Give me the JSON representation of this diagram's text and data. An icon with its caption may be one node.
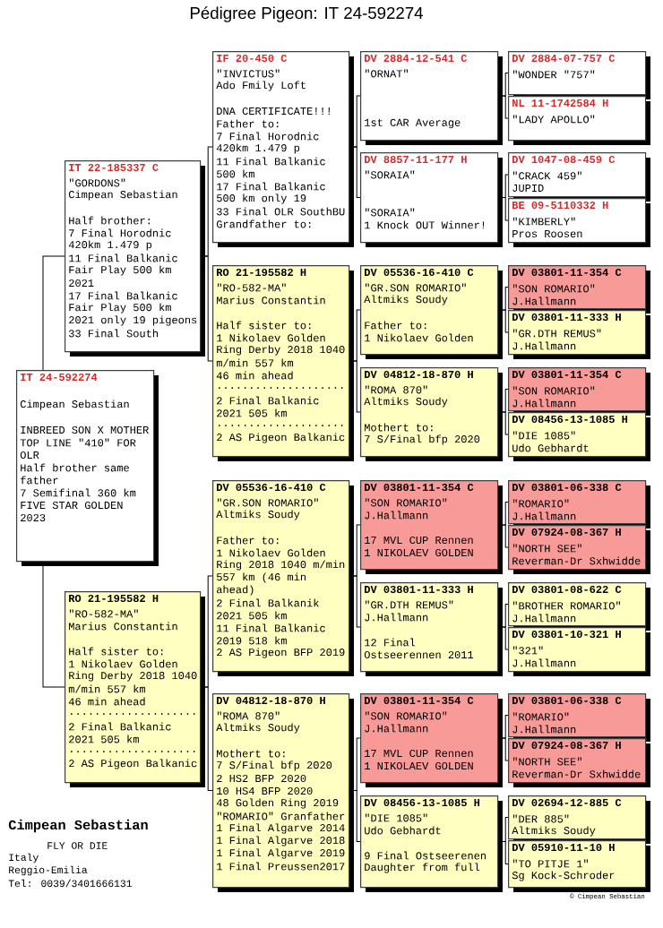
{
  "diagram": {
    "title": "Pédigree Pigeon: IT  24-592274",
    "nodes": [
      {
        "text": [
          "IT  24-592274",
          "Cimpean Sebastian",
          "INBREED SON X MOTHER",
          "TOP LINE \"410\" FOR",
          "OLR",
          "Half brother same",
          "father",
          "7 Semifinal 360 km",
          "FIVE STAR GOLDEN",
          "2023"
        ]
      },
      {
        "text": [
          "IT  22-185337 C",
          "\"GORDONS\"",
          "Cimpean Sebastian",
          "Half brother:",
          "7 Final Horodnic",
          "420km 1.479 p",
          "11 Final Balkanic",
          "Fair Play 500 km",
          "2021",
          "17 Final Balkanic",
          "Fair Play 500 km",
          "2021 only 19 pigeons",
          "33 Final South"
        ]
      },
      {
        "text": [
          "RO  21-195582 H",
          "\"RO-582-MA\"",
          "Marius Constantin",
          "Half sister to:",
          "1 Nikolaev Golden",
          "Ring Derby 2018 1040",
          "m/min 557 km",
          "46 min ahead",
          "....................",
          "2 Final Balkanic",
          "2021 505 km",
          "....................",
          "2 AS Pigeon Balkanic"
        ]
      },
      {
        "text": [
          "IF  20-450 C",
          "\"INVICTUS\"",
          "Ado Fmily Loft",
          "DNA CERTIFICATE!!!",
          "Father to:",
          "7 Final Horodnic",
          "420km 1.479 p",
          "11 Final Balkanic",
          "500 km",
          "17 Final Balkanic",
          "500 km only 19",
          "33 Final OLR SouthBU",
          "Grandfather to:"
        ]
      },
      {
        "text": [
          "RO  21-195582 H",
          "\"RO-582-MA\"",
          "Marius Constantin",
          "Half sister to:",
          "1 Nikolaev Golden",
          "Ring Derby 2018 1040",
          "m/min 557 km",
          "46 min ahead",
          "....................",
          "2 Final Balkanic",
          "2021 505 km",
          "....................",
          "2 AS Pigeon Balkanic"
        ]
      },
      {
        "text": [
          "DV  05536-16-410 C",
          "\"GR.SON ROMARIO\"",
          "Altmiks Soudy",
          "Father to:",
          "1 Nikolaev Golden",
          "Ring 2018 1040 m/min",
          "557 km (46 min",
          "ahead)",
          "2 Final Balkanik",
          "2021 505 km",
          "11 Final Balkanic",
          "2019 518 km",
          "2 AS Pigeon BFP 2019"
        ]
      },
      {
        "text": [
          "DV  04812-18-870 H",
          "\"ROMA 870\"",
          "Altmiks Soudy",
          "Mothert to:",
          "7 S/Final bfp 2020",
          "2  HS2 BFP 2020",
          "10 HS4 BFP 2020",
          "48 Golden Ring 2019",
          "\"ROMARIO\" Granfather",
          "1 Final Algarve 2014",
          "1 Final Algarve 2018",
          "1 Final Algarve 2019",
          "1 Final Preussen2017"
        ]
      },
      {
        "text": [
          "DV  2884-12-541 C",
          "\"ORNAT\"",
          "1st CAR Average"
        ]
      },
      {
        "text": [
          "DV  8857-11-177 H",
          "\"SORAIA\"",
          "\"SORAIA\"",
          "1 Knock OUT Winner!"
        ]
      },
      {
        "text": [
          "DV  05536-16-410 C",
          "\"GR.SON ROMARIO\"",
          "Altmiks Soudy",
          "Father to:",
          "1 Nikolaev Golden"
        ]
      },
      {
        "text": [
          "DV  04812-18-870 H",
          "\"ROMA 870\"",
          "Altmiks Soudy",
          "Mothert to:",
          "7 S/Final bfp 2020"
        ]
      },
      {
        "text": [
          "DV  03801-11-354 C",
          "\"SON ROMARIO\"",
          "J.Hallmann",
          "17 MVL CUP Rennen",
          "1 NIKOLAEV GOLDEN"
        ]
      },
      {
        "text": [
          "DV  03801-11-333 H",
          "\"GR.DTH REMUS\"",
          "J.Hallmann",
          "12 Final",
          "Ostseerennen 2011"
        ]
      },
      {
        "text": [
          "DV  03801-11-354 C",
          "\"SON ROMARIO\"",
          "J.Hallmann",
          "17 MVL CUP Rennen",
          "1 NIKOLAEV GOLDEN"
        ]
      },
      {
        "text": [
          "DV  08456-13-1085 H",
          "\"DIE 1085\"",
          "Udo Gebhardt",
          "9 Final Ostseerenen",
          "Daughter from full"
        ]
      },
      {
        "text": [
          "DV  2884-07-757 C",
          "\"WONDER \"757\""
        ]
      },
      {
        "text": [
          "NL  11-1742584 H",
          "\"LADY APOLLO\""
        ]
      },
      {
        "text": [
          "DV  1047-08-459 C",
          "\"CRACK 459\"",
          "JUPID"
        ]
      },
      {
        "text": [
          "BE  09-5110332 H",
          "\"KIMBERLY\"",
          "Pros Roosen"
        ]
      },
      {
        "text": [
          "DV  03801-11-354 C",
          "\"SON ROMARIO\"",
          "J.Hallmann"
        ]
      },
      {
        "text": [
          "DV  03801-11-333 H",
          "\"GR.DTH REMUS\"",
          "J.Hallmann"
        ]
      },
      {
        "text": [
          "DV  03801-11-354 C",
          "\"SON ROMARIO\"",
          "J.Hallmann"
        ]
      },
      {
        "text": [
          "DV  08456-13-1085 H",
          "\"DIE 1085\"",
          "Udo Gebhardt"
        ]
      },
      {
        "text": [
          "DV  03801-06-338 C",
          "\"ROMARIO\"",
          "J.Hallmann"
        ]
      },
      {
        "text": [
          "DV  07924-08-367 H",
          "\"NORTH SEE\"",
          "Reverman-Dr Sxhwidde"
        ]
      },
      {
        "text": [
          "DV  03801-08-622 C",
          "\"BROTHER ROMARIO\"",
          "J.Hallmann"
        ]
      },
      {
        "text": [
          "DV  03801-10-321 H",
          "\"321\"",
          "J.Hallmann"
        ]
      },
      {
        "text": [
          "DV  03801-06-338 C",
          "\"ROMARIO\"",
          "J.Hallmann"
        ]
      },
      {
        "text": [
          "DV  07924-08-367 H",
          "\"NORTH SEE\"",
          "Reverman-Dr Sxhwidde"
        ]
      },
      {
        "text": [
          "DV  02694-12-885 C",
          "\"DER 885\"",
          "Altmiks Soudy"
        ]
      },
      {
        "text": [
          "DV  05910-11-10 H",
          "\"TO PITJE 1\"",
          "Sg Kock-Schroder"
        ]
      }
    ],
    "edges": [
      {
        "from": 0,
        "to": 1,
        "arrow": "none"
      },
      {
        "from": 0,
        "to": 2,
        "arrow": "none"
      },
      {
        "from": 1,
        "to": 3,
        "arrow": "none"
      },
      {
        "from": 1,
        "to": 4,
        "arrow": "none"
      },
      {
        "from": 2,
        "to": 5,
        "arrow": "none"
      },
      {
        "from": 2,
        "to": 6,
        "arrow": "none"
      },
      {
        "from": 3,
        "to": 7,
        "arrow": "none"
      },
      {
        "from": 3,
        "to": 8,
        "arrow": "none"
      },
      {
        "from": 4,
        "to": 9,
        "arrow": "none"
      },
      {
        "from": 4,
        "to": 10,
        "arrow": "none"
      },
      {
        "from": 5,
        "to": 11,
        "arrow": "none"
      },
      {
        "from": 5,
        "to": 12,
        "arrow": "none"
      },
      {
        "from": 6,
        "to": 13,
        "arrow": "none"
      },
      {
        "from": 6,
        "to": 14,
        "arrow": "none"
      },
      {
        "from": 7,
        "to": 15,
        "arrow": "none"
      },
      {
        "from": 7,
        "to": 16,
        "arrow": "none"
      },
      {
        "from": 8,
        "to": 17,
        "arrow": "none"
      },
      {
        "from": 8,
        "to": 18,
        "arrow": "none"
      },
      {
        "from": 9,
        "to": 19,
        "arrow": "none"
      },
      {
        "from": 9,
        "to": 20,
        "arrow": "none"
      },
      {
        "from": 10,
        "to": 21,
        "arrow": "none"
      },
      {
        "from": 10,
        "to": 22,
        "arrow": "none"
      },
      {
        "from": 11,
        "to": 23,
        "arrow": "none"
      },
      {
        "from": 11,
        "to": 24,
        "arrow": "none"
      },
      {
        "from": 12,
        "to": 25,
        "arrow": "none"
      },
      {
        "from": 12,
        "to": 26,
        "arrow": "none"
      },
      {
        "from": 13,
        "to": 27,
        "arrow": "none"
      },
      {
        "from": 13,
        "to": 28,
        "arrow": "none"
      },
      {
        "from": 14,
        "to": 29,
        "arrow": "none"
      },
      {
        "from": 14,
        "to": 30,
        "arrow": "none"
      }
    ],
    "labels": [
      "Cimpean Sebastian",
      "FLY OR DIE",
      "Italy",
      "Reggio-Emilia",
      "Tel: 0039/3401666131",
      "© Cimpean Sebastian"
    ]
  }
}
